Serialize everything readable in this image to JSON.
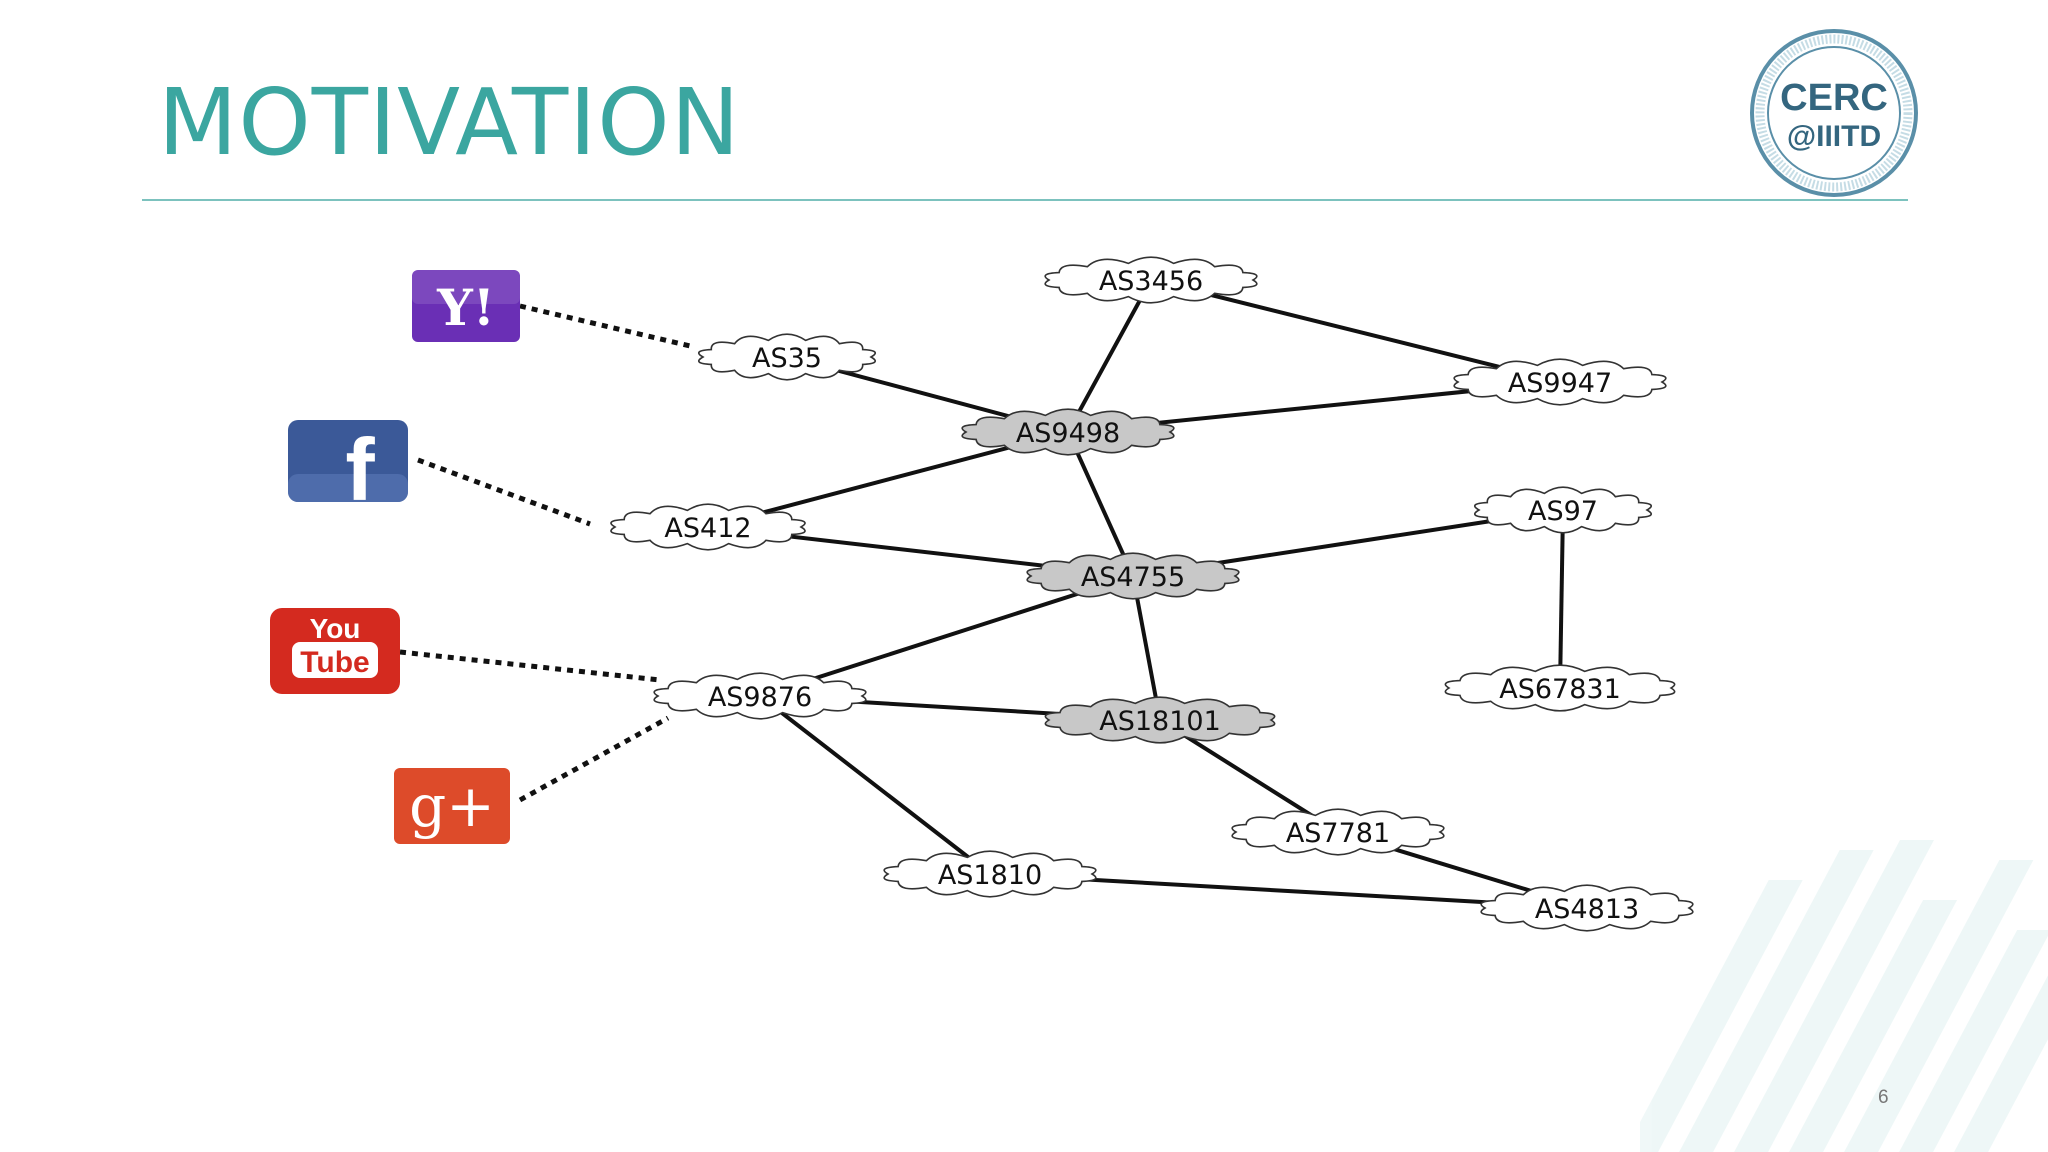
{
  "slide": {
    "title": "MOTIVATION",
    "page_number": "6"
  },
  "logo": {
    "line1": "CERC",
    "line2": "@IIITD",
    "ring_text": "CYBERSECURITY EDUCATION AND RESEARCH CENTRE · INDRAPRASTHA INSTITUTE OF INFORMATION TECHNOLOGY DELHI"
  },
  "colors": {
    "title": "#3ba6a0",
    "rule": "#7cc2be",
    "yahoo": "#6a2fb5",
    "facebook": "#3b5998",
    "youtube": "#d42a1f",
    "googleplus": "#dd4b2a",
    "shaded_as": "#c8c8c8",
    "plain_as": "#ffffff"
  },
  "services": [
    {
      "id": "yahoo",
      "label": "Y!",
      "icon": "yahoo-icon"
    },
    {
      "id": "facebook",
      "label": "f",
      "icon": "facebook-icon"
    },
    {
      "id": "youtube",
      "label_top": "You",
      "label_bottom": "Tube",
      "icon": "youtube-icon"
    },
    {
      "id": "googleplus",
      "label": "g+",
      "icon": "google-plus-icon"
    }
  ],
  "nodes": [
    {
      "id": "AS3456",
      "label": "AS3456",
      "shaded": false
    },
    {
      "id": "AS35",
      "label": "AS35",
      "shaded": false
    },
    {
      "id": "AS9498",
      "label": "AS9498",
      "shaded": true
    },
    {
      "id": "AS9947",
      "label": "AS9947",
      "shaded": false
    },
    {
      "id": "AS412",
      "label": "AS412",
      "shaded": false
    },
    {
      "id": "AS4755",
      "label": "AS4755",
      "shaded": true
    },
    {
      "id": "AS97",
      "label": "AS97",
      "shaded": false
    },
    {
      "id": "AS9876",
      "label": "AS9876",
      "shaded": false
    },
    {
      "id": "AS18101",
      "label": "AS18101",
      "shaded": true
    },
    {
      "id": "AS67831",
      "label": "AS67831",
      "shaded": false
    },
    {
      "id": "AS7781",
      "label": "AS7781",
      "shaded": false
    },
    {
      "id": "AS1810",
      "label": "AS1810",
      "shaded": false
    },
    {
      "id": "AS4813",
      "label": "AS4813",
      "shaded": false
    }
  ],
  "edges": [
    {
      "from": "AS3456",
      "to": "AS9498"
    },
    {
      "from": "AS3456",
      "to": "AS9947"
    },
    {
      "from": "AS35",
      "to": "AS9498"
    },
    {
      "from": "AS9498",
      "to": "AS9947"
    },
    {
      "from": "AS9498",
      "to": "AS412"
    },
    {
      "from": "AS9498",
      "to": "AS4755"
    },
    {
      "from": "AS412",
      "to": "AS4755"
    },
    {
      "from": "AS4755",
      "to": "AS97"
    },
    {
      "from": "AS4755",
      "to": "AS9876"
    },
    {
      "from": "AS4755",
      "to": "AS18101"
    },
    {
      "from": "AS97",
      "to": "AS67831"
    },
    {
      "from": "AS9876",
      "to": "AS18101"
    },
    {
      "from": "AS9876",
      "to": "AS1810"
    },
    {
      "from": "AS18101",
      "to": "AS7781"
    },
    {
      "from": "AS7781",
      "to": "AS4813"
    },
    {
      "from": "AS1810",
      "to": "AS4813"
    }
  ],
  "service_links": [
    {
      "from": "yahoo",
      "to": "AS35"
    },
    {
      "from": "facebook",
      "to": "AS412"
    },
    {
      "from": "youtube",
      "to": "AS9876"
    },
    {
      "from": "googleplus",
      "to": "AS9876"
    }
  ]
}
